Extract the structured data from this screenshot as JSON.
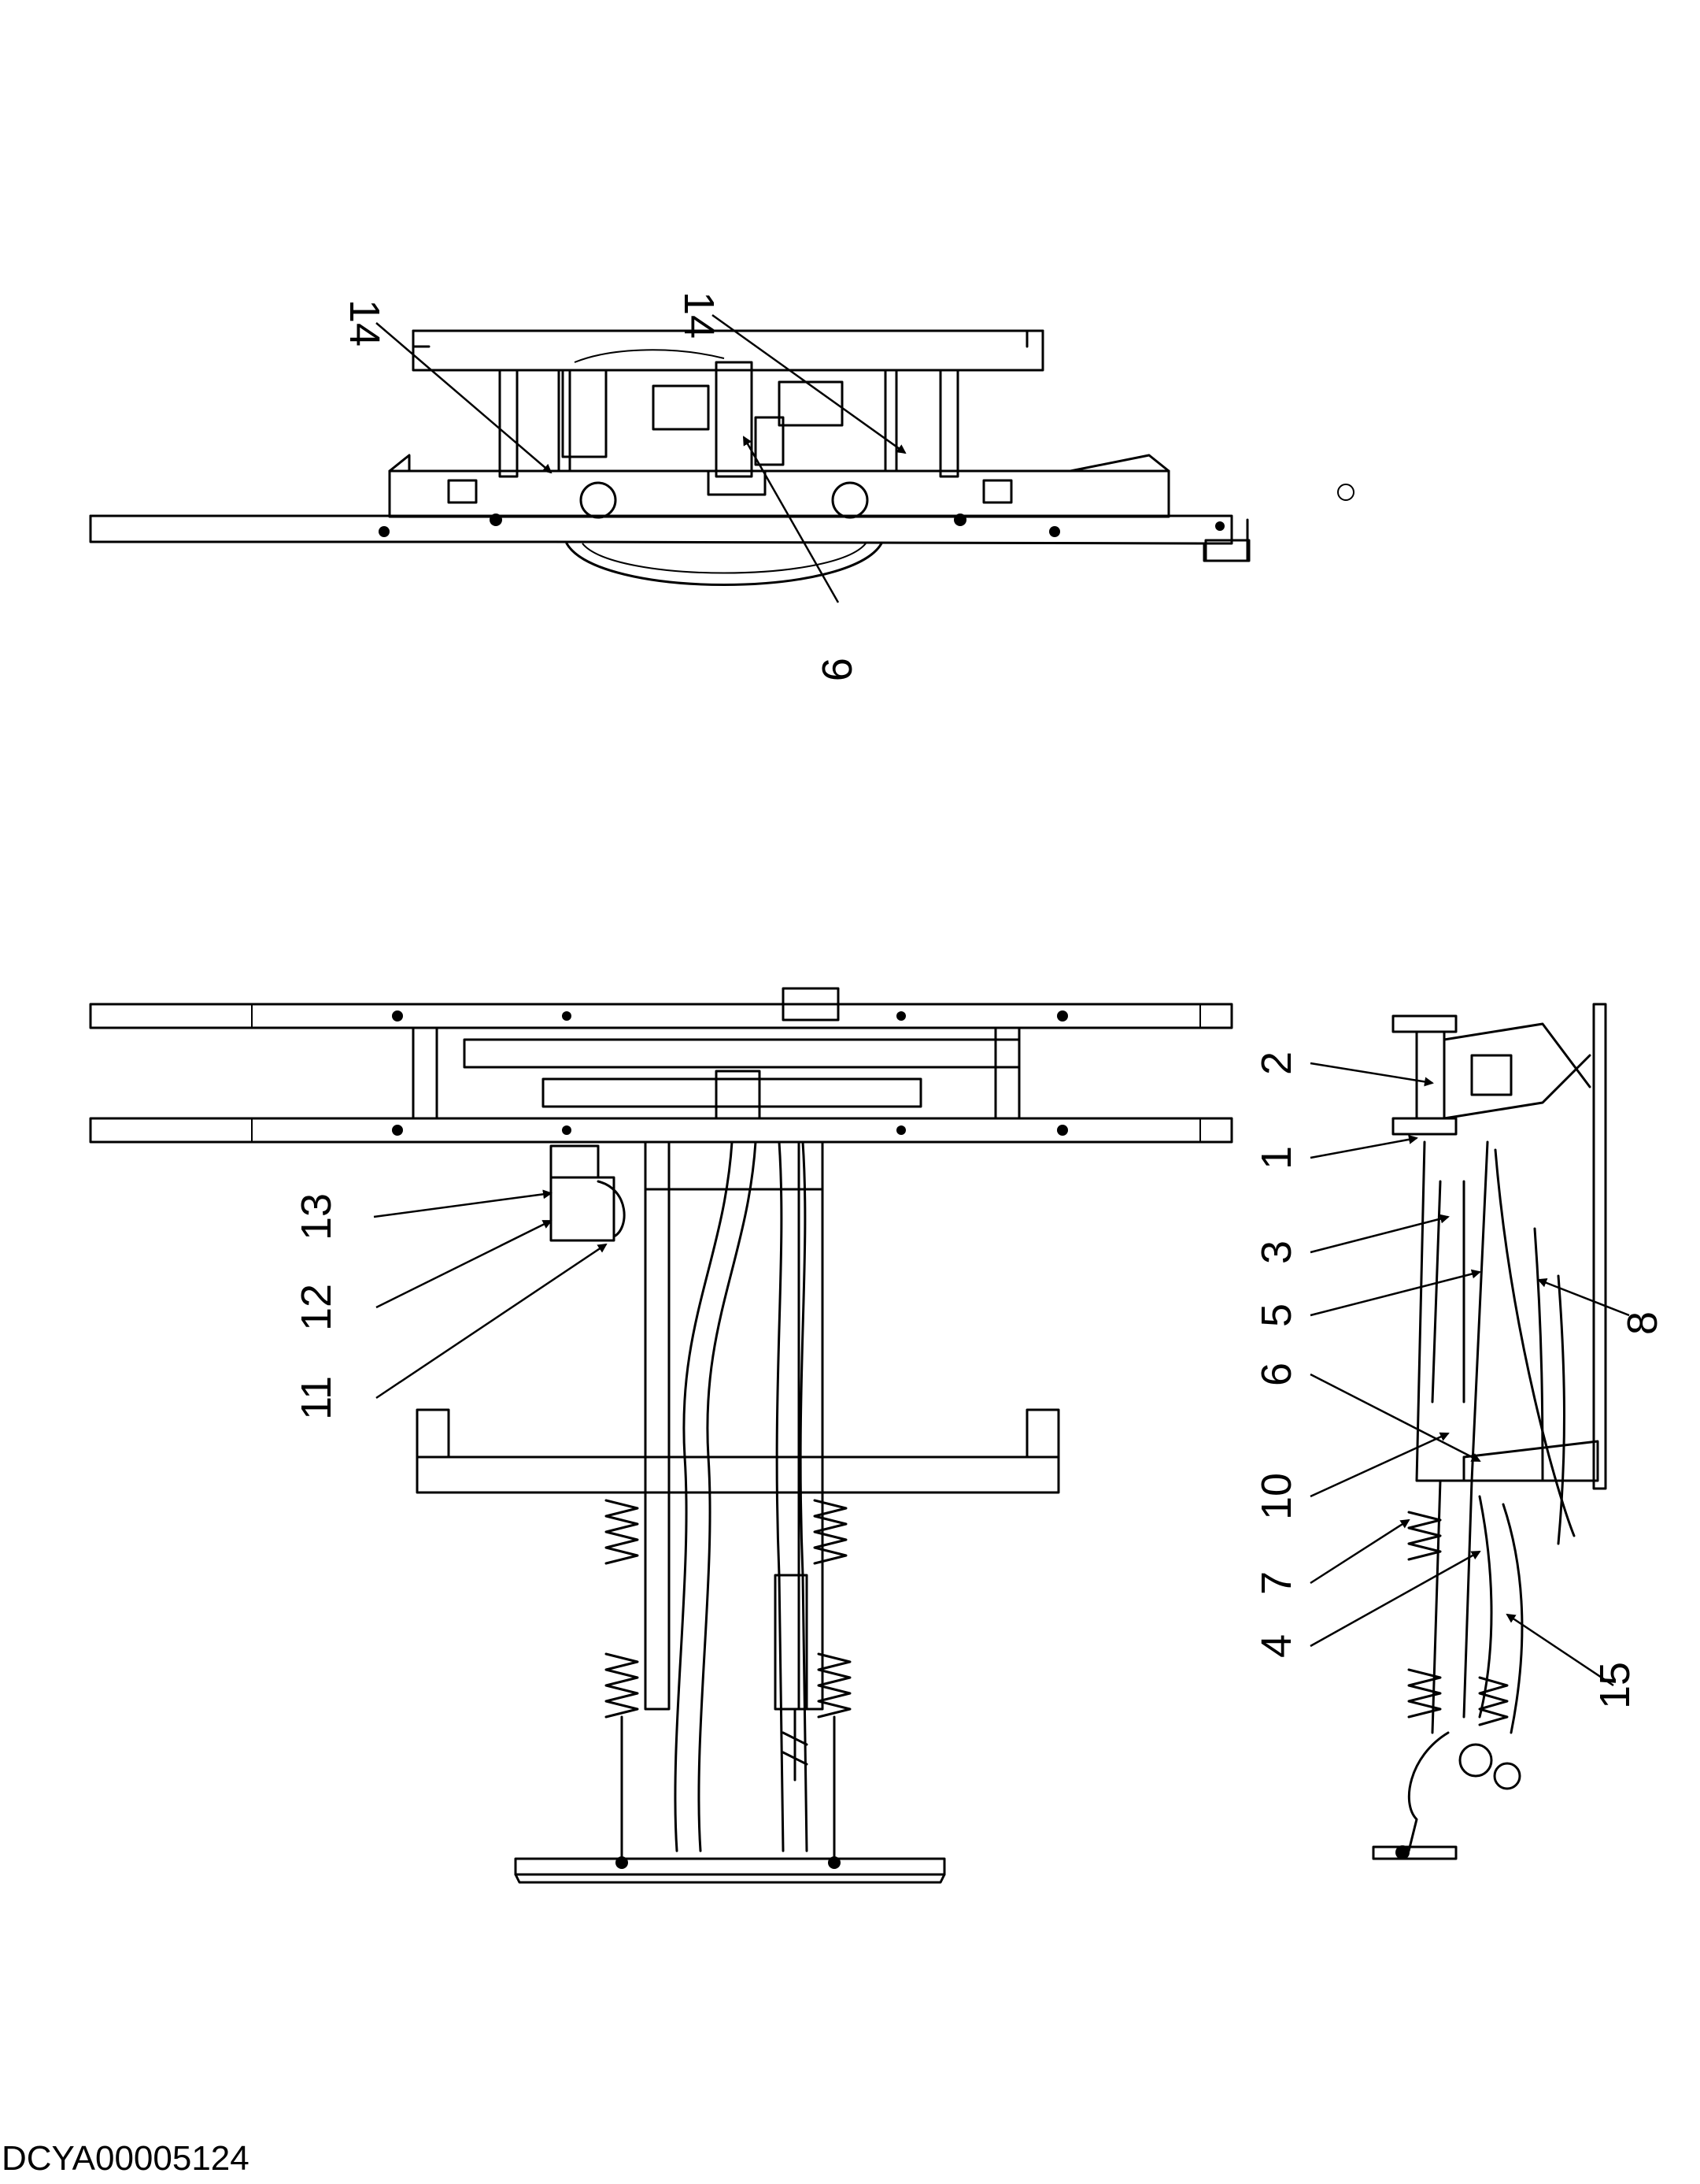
{
  "document_id": "DCYA00005124",
  "callouts": [
    "1",
    "2",
    "3",
    "4",
    "5",
    "6",
    "7",
    "8",
    "9",
    "10",
    "11",
    "12",
    "13",
    "14",
    "15"
  ],
  "colors": {
    "ink": "#000000",
    "paper": "#ffffff"
  }
}
